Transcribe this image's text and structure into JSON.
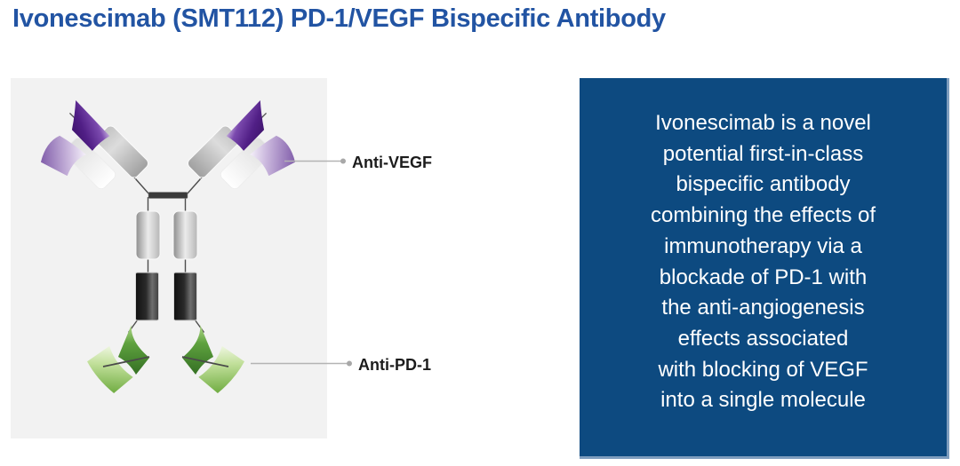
{
  "title": "Ivonescimab (SMT112) PD-1/VEGF Bispecific Antibody",
  "diagram": {
    "labels": {
      "anti_vegf": "Anti-VEGF",
      "anti_pd1": "Anti-PD-1"
    },
    "colors": {
      "panel_bg": "#f2f2f2",
      "purple_dark": "#471e78",
      "purple_light": "#9a76c4",
      "green_dark": "#4e9639",
      "green_light": "#9ccb72",
      "domain_gray": "#c9c9c9",
      "domain_dark": "#2e2e2e",
      "leader_line": "#b3b3b3"
    }
  },
  "info_box": {
    "bg_color": "#0d4a80",
    "edge_color": "#7e9dbd",
    "text_color": "#ffffff",
    "lines": [
      "Ivonescimab is a novel",
      "potential first-in-class",
      "bispecific antibody",
      "combining the effects of",
      "immunotherapy via a",
      "blockade of PD-1 with",
      "the anti-angiogenesis",
      "effects associated",
      "with blocking of VEGF",
      "into a single molecule"
    ]
  },
  "title_color": "#2254a3"
}
